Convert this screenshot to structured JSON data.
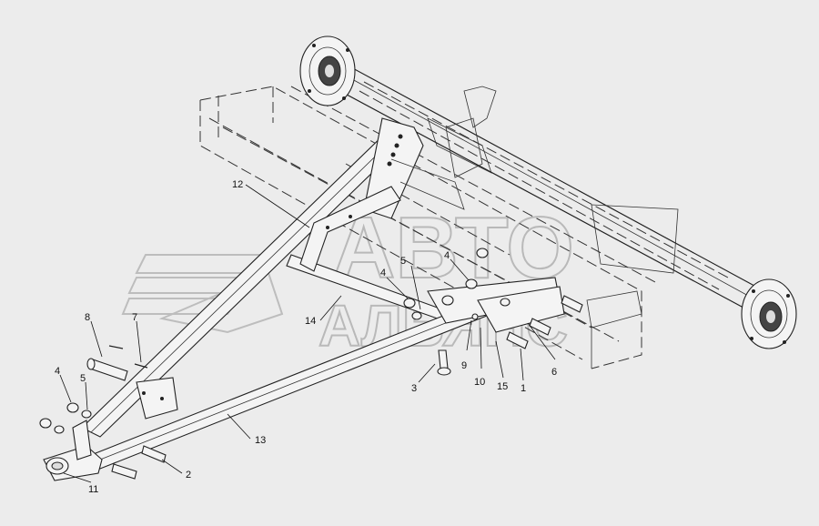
{
  "watermark": {
    "line1": "АВТО",
    "line2": "АЛЬЯНС"
  },
  "callouts": [
    {
      "id": "c12",
      "label": "12"
    },
    {
      "id": "c14",
      "label": "14"
    },
    {
      "id": "c8",
      "label": "8"
    },
    {
      "id": "c7",
      "label": "7"
    },
    {
      "id": "c4a",
      "label": "4"
    },
    {
      "id": "c5a",
      "label": "5"
    },
    {
      "id": "c11",
      "label": "11"
    },
    {
      "id": "c2",
      "label": "2"
    },
    {
      "id": "c13",
      "label": "13"
    },
    {
      "id": "c3",
      "label": "3"
    },
    {
      "id": "c4b",
      "label": "4"
    },
    {
      "id": "c5b",
      "label": "5"
    },
    {
      "id": "c4c",
      "label": "4"
    },
    {
      "id": "c9",
      "label": "9"
    },
    {
      "id": "c10",
      "label": "10"
    },
    {
      "id": "c15",
      "label": "15"
    },
    {
      "id": "c1",
      "label": "1"
    },
    {
      "id": "c6",
      "label": "6"
    }
  ]
}
